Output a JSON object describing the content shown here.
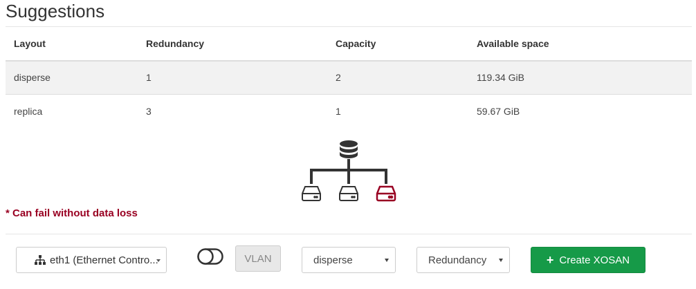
{
  "page": {
    "title": "Suggestions"
  },
  "table": {
    "headers": [
      "Layout",
      "Redundancy",
      "Capacity",
      "Available space"
    ],
    "rows": [
      [
        "disperse",
        "1",
        "2",
        "119.34 GiB"
      ],
      [
        "replica",
        "3",
        "1",
        "59.67 GiB"
      ]
    ]
  },
  "legend": {
    "text": "* Can fail without data loss"
  },
  "controls": {
    "nic_value": "eth1 (Ethernet Contro...",
    "vlan_label": "VLAN",
    "layout_value": "disperse",
    "redundancy_value": "Redundancy",
    "create_label": "Create XOSAN",
    "create_icon": "+"
  },
  "colors": {
    "accent_green": "#169a48",
    "danger_red": "#990022",
    "icon_dark": "#333333"
  }
}
